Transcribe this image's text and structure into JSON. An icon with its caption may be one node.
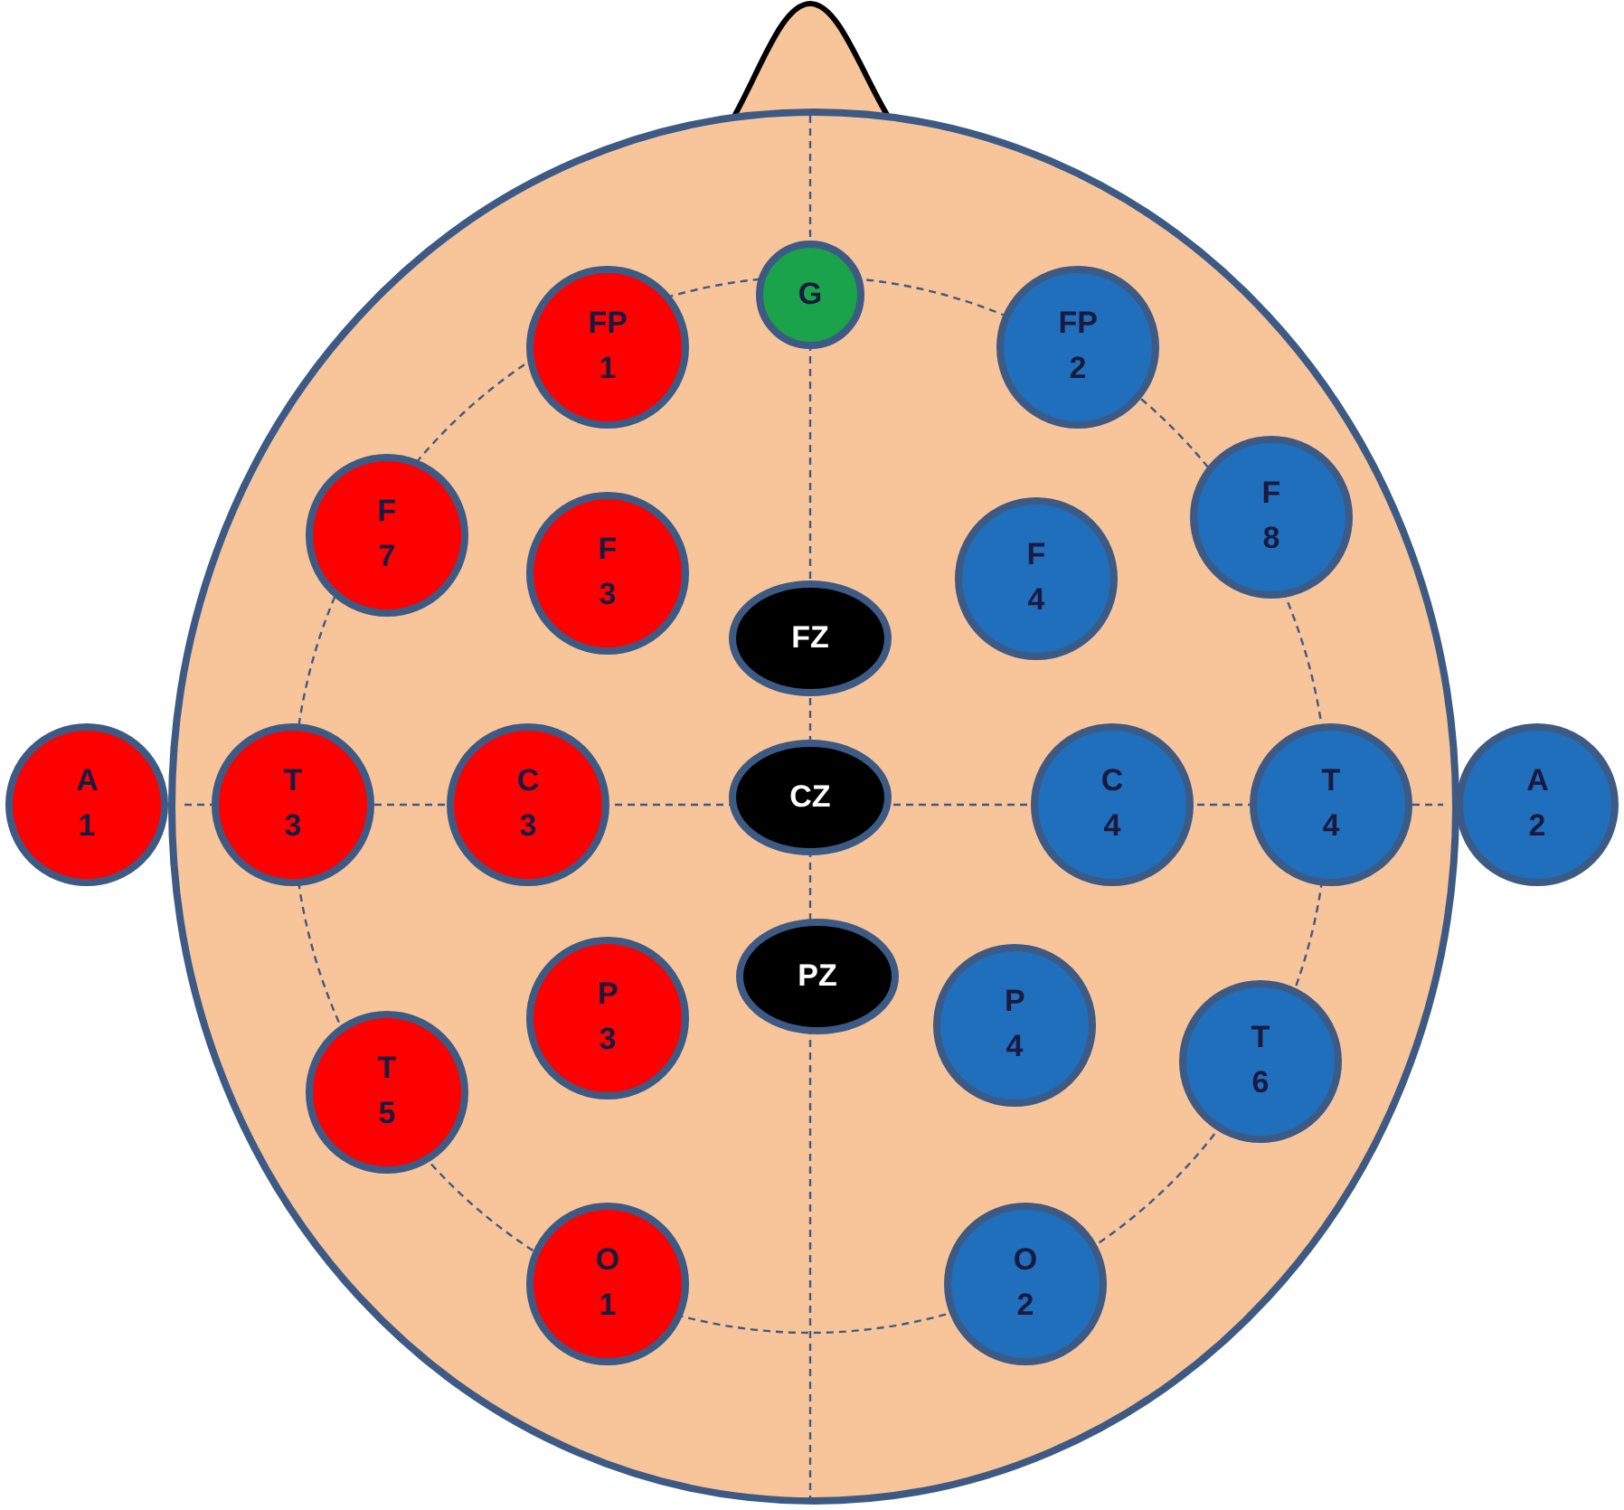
{
  "diagram": {
    "nodes": [
      {
        "text": [
          "G"
        ]
      },
      {
        "text": [
          "FP 1"
        ]
      },
      {
        "text": [
          "FP 2"
        ]
      },
      {
        "text": [
          "F 7"
        ]
      },
      {
        "text": [
          "F 8"
        ]
      },
      {
        "text": [
          "F 3"
        ]
      },
      {
        "text": [
          "F 4"
        ]
      },
      {
        "text": [
          "FZ"
        ]
      },
      {
        "text": [
          "A 1"
        ]
      },
      {
        "text": [
          "T 3"
        ]
      },
      {
        "text": [
          "C 3"
        ]
      },
      {
        "text": [
          "CZ"
        ]
      },
      {
        "text": [
          "C 4"
        ]
      },
      {
        "text": [
          "T 4"
        ]
      },
      {
        "text": [
          "A 2"
        ]
      },
      {
        "text": [
          "PZ"
        ]
      },
      {
        "text": [
          "P 3"
        ]
      },
      {
        "text": [
          "P 4"
        ]
      },
      {
        "text": [
          "T 6"
        ]
      },
      {
        "text": [
          "T 5"
        ]
      },
      {
        "text": [
          "O 1"
        ]
      },
      {
        "text": [
          "O 2"
        ]
      }
    ]
  }
}
